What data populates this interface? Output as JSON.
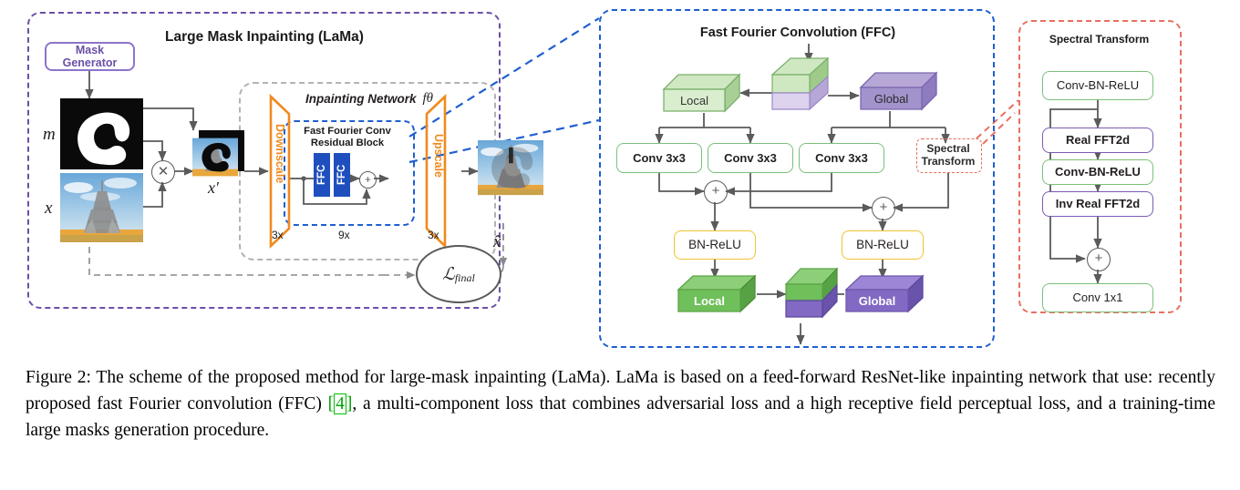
{
  "figure": {
    "panels": {
      "lama": {
        "title": "Large Mask Inpainting (LaMa)",
        "border_color": "#6b4fa8"
      },
      "ffc": {
        "title": "Fast Fourier Convolution (FFC)",
        "border_color": "#1f5fd0"
      },
      "spectral": {
        "title": "Spectral Transform",
        "border_color": "#e8705f"
      }
    },
    "lama": {
      "mask_generator": "Mask\nGenerator",
      "mask_generator_line1": "Mask",
      "mask_generator_line2": "Generator",
      "label_m": "m",
      "label_x": "x",
      "label_x_prime": "x′",
      "label_x_hat": "x̂",
      "loss_label": "ℒ",
      "loss_sub": "final",
      "inpainting_network": "Inpainting Network",
      "inpainting_network_sub": "fθ",
      "downscale": "Downscale",
      "downscale_mult": "3x",
      "upscale": "Upscale",
      "upscale_mult": "3x",
      "residual_block_line1": "Fast Fourier Conv",
      "residual_block_line2": "Residual Block",
      "residual_mult": "9x",
      "ffc_block_a": "FFC",
      "ffc_block_b": "FFC",
      "multiply_symbol": "⊗",
      "plus_symbol": "⊕"
    },
    "ffc": {
      "split_local": "Local",
      "split_global": "Global",
      "convs": [
        "Conv 3x3",
        "Conv 3x3",
        "Conv 3x3"
      ],
      "spectral_transform_line1": "Spectral",
      "spectral_transform_line2": "Transform",
      "bn_relu_left": "BN-ReLU",
      "bn_relu_right": "BN-ReLU",
      "merge_local": "Local",
      "merge_global": "Global",
      "plus_symbol": "⊕"
    },
    "spectral": {
      "steps": [
        {
          "label": "Conv-BN-ReLU",
          "style": "green",
          "bold": false
        },
        {
          "label": "Real FFT2d",
          "style": "purple",
          "bold": true
        },
        {
          "label": "Conv-BN-ReLU",
          "style": "green",
          "bold": true
        },
        {
          "label": "Inv Real FFT2d",
          "style": "purple",
          "bold": true
        },
        {
          "label": "Conv 1x1",
          "style": "green",
          "bold": false
        }
      ],
      "plus_symbol": "⊕"
    },
    "caption": {
      "prefix": "Figure 2:",
      "part1": " The scheme of the proposed method for large-mask inpainting (LaMa). LaMa is based on a feed-forward ResNet-like inpainting network that use: recently proposed fast Fourier convolution (FFC) ",
      "cite_open": "[",
      "cite_num": "4",
      "cite_close": "]",
      "part2": ", a multi-component loss that combines adversarial loss and a high receptive field perceptual loss, and a training-time large masks generation procedure."
    },
    "colors": {
      "purple_panel": "#6b4fa8",
      "blue_panel": "#1f5fd0",
      "red_panel": "#e8705f",
      "orange": "#f08a1e",
      "green_box": "#7ac07a",
      "yellow_box": "#f0c330",
      "ffc_blue": "#1f4fbf",
      "cube_green": "#cfe8c2",
      "cube_green_solid": "#6fbf5a",
      "cube_purple": "#ded3ef",
      "cube_purple_solid": "#7b5bc9",
      "wire_gray": "#5a5a5a",
      "cite_green": "#00a000"
    }
  }
}
